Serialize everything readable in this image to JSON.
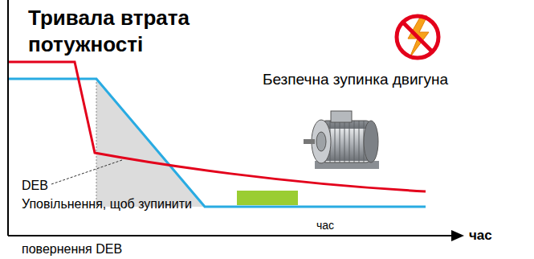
{
  "diagram": {
    "title": "Тривала втрата потужності",
    "labels": [
      "Безпечна зупинка двигуна",
      "DEB",
      "Уповільнення, щоб зупинити",
      "час",
      "повернення DEB",
      "час"
    ]
  }
}
